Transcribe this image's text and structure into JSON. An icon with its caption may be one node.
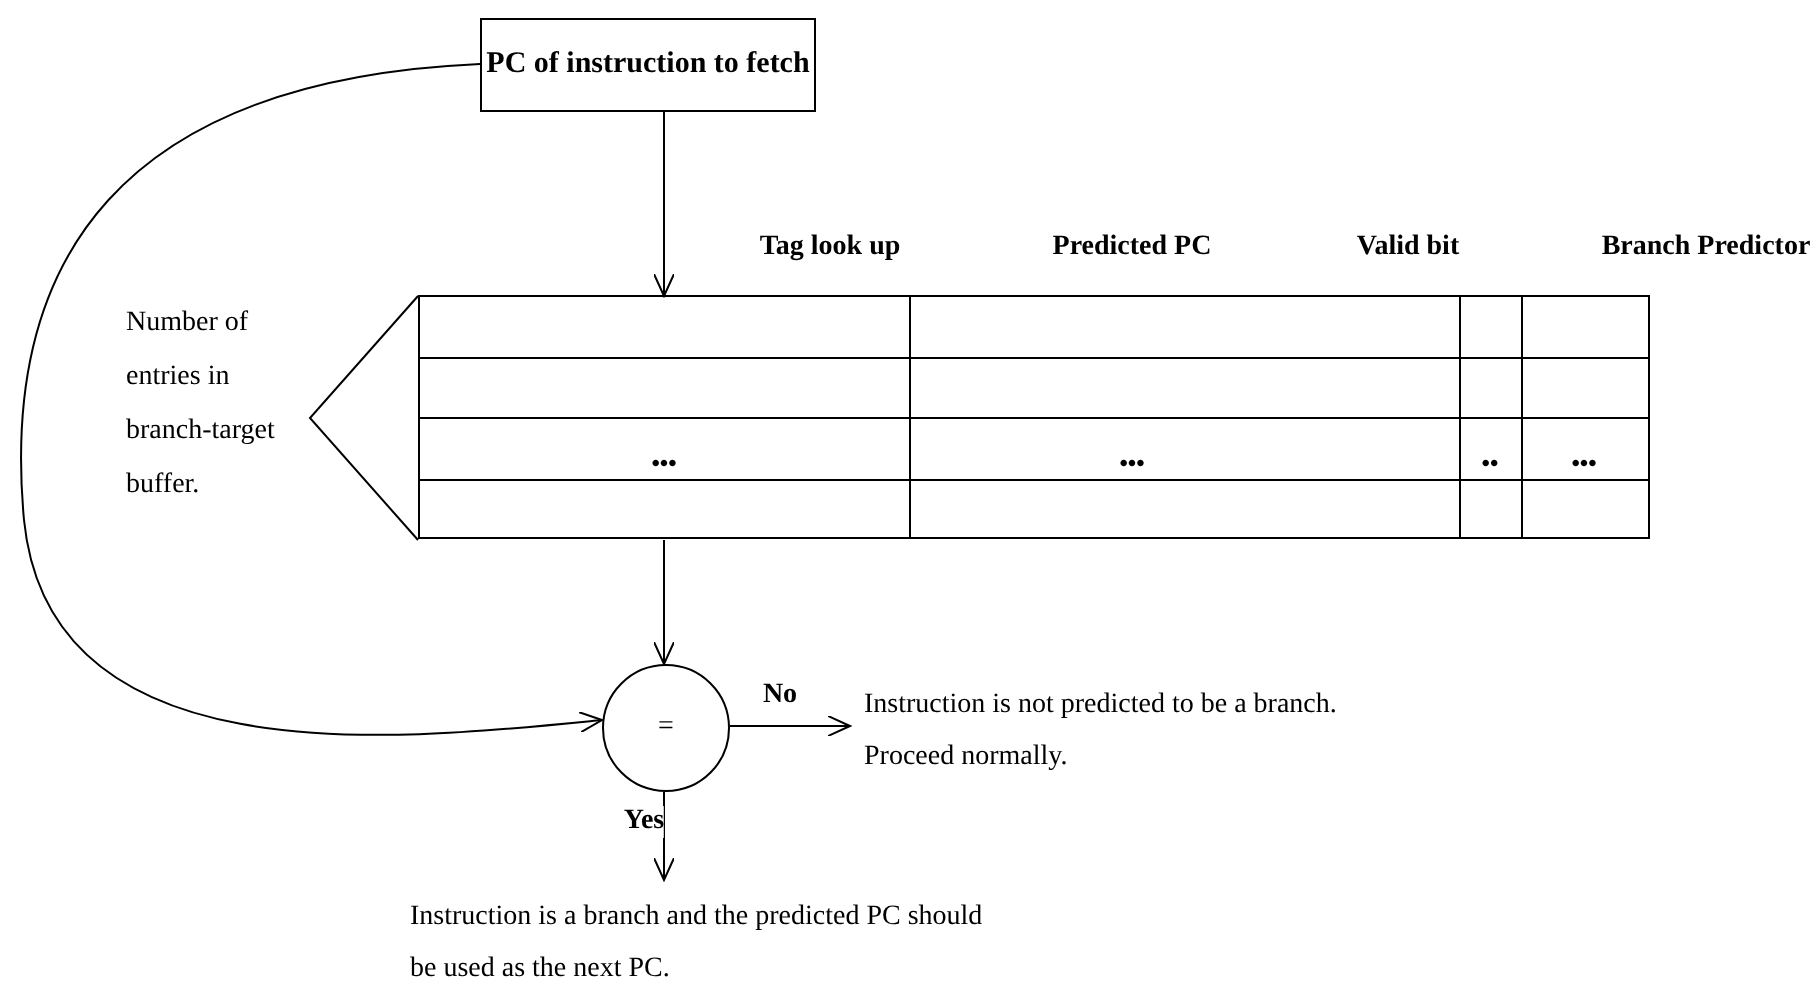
{
  "diagram": {
    "nodes": [
      {
        "text": [
          "PC of instruction to fetch"
        ]
      },
      {
        "text": [
          "Tag look up",
          "Predicted PC",
          "Valid bit",
          "Branch Predictor"
        ]
      },
      {
        "text": [
          "="
        ]
      },
      {
        "text": [
          "Instruction is not predicted to be a branch. Proceed normally."
        ]
      },
      {
        "text": [
          "Instruction is a branch and the predicted PC should be used as the next PC."
        ]
      }
    ],
    "edges": [
      {
        "from": 0,
        "to": 1,
        "arrow": "to"
      },
      {
        "from": 0,
        "to": 2,
        "arrow": "to"
      },
      {
        "from": 1,
        "to": 2,
        "arrow": "to"
      },
      {
        "from": 2,
        "to": 3,
        "arrow": "to",
        "label": "No"
      },
      {
        "from": 2,
        "to": 4,
        "arrow": "to",
        "label": "Yes"
      }
    ],
    "labels": [
      "Number of entries in branch-target buffer.",
      "•••",
      "•••",
      "••",
      "•••"
    ]
  }
}
